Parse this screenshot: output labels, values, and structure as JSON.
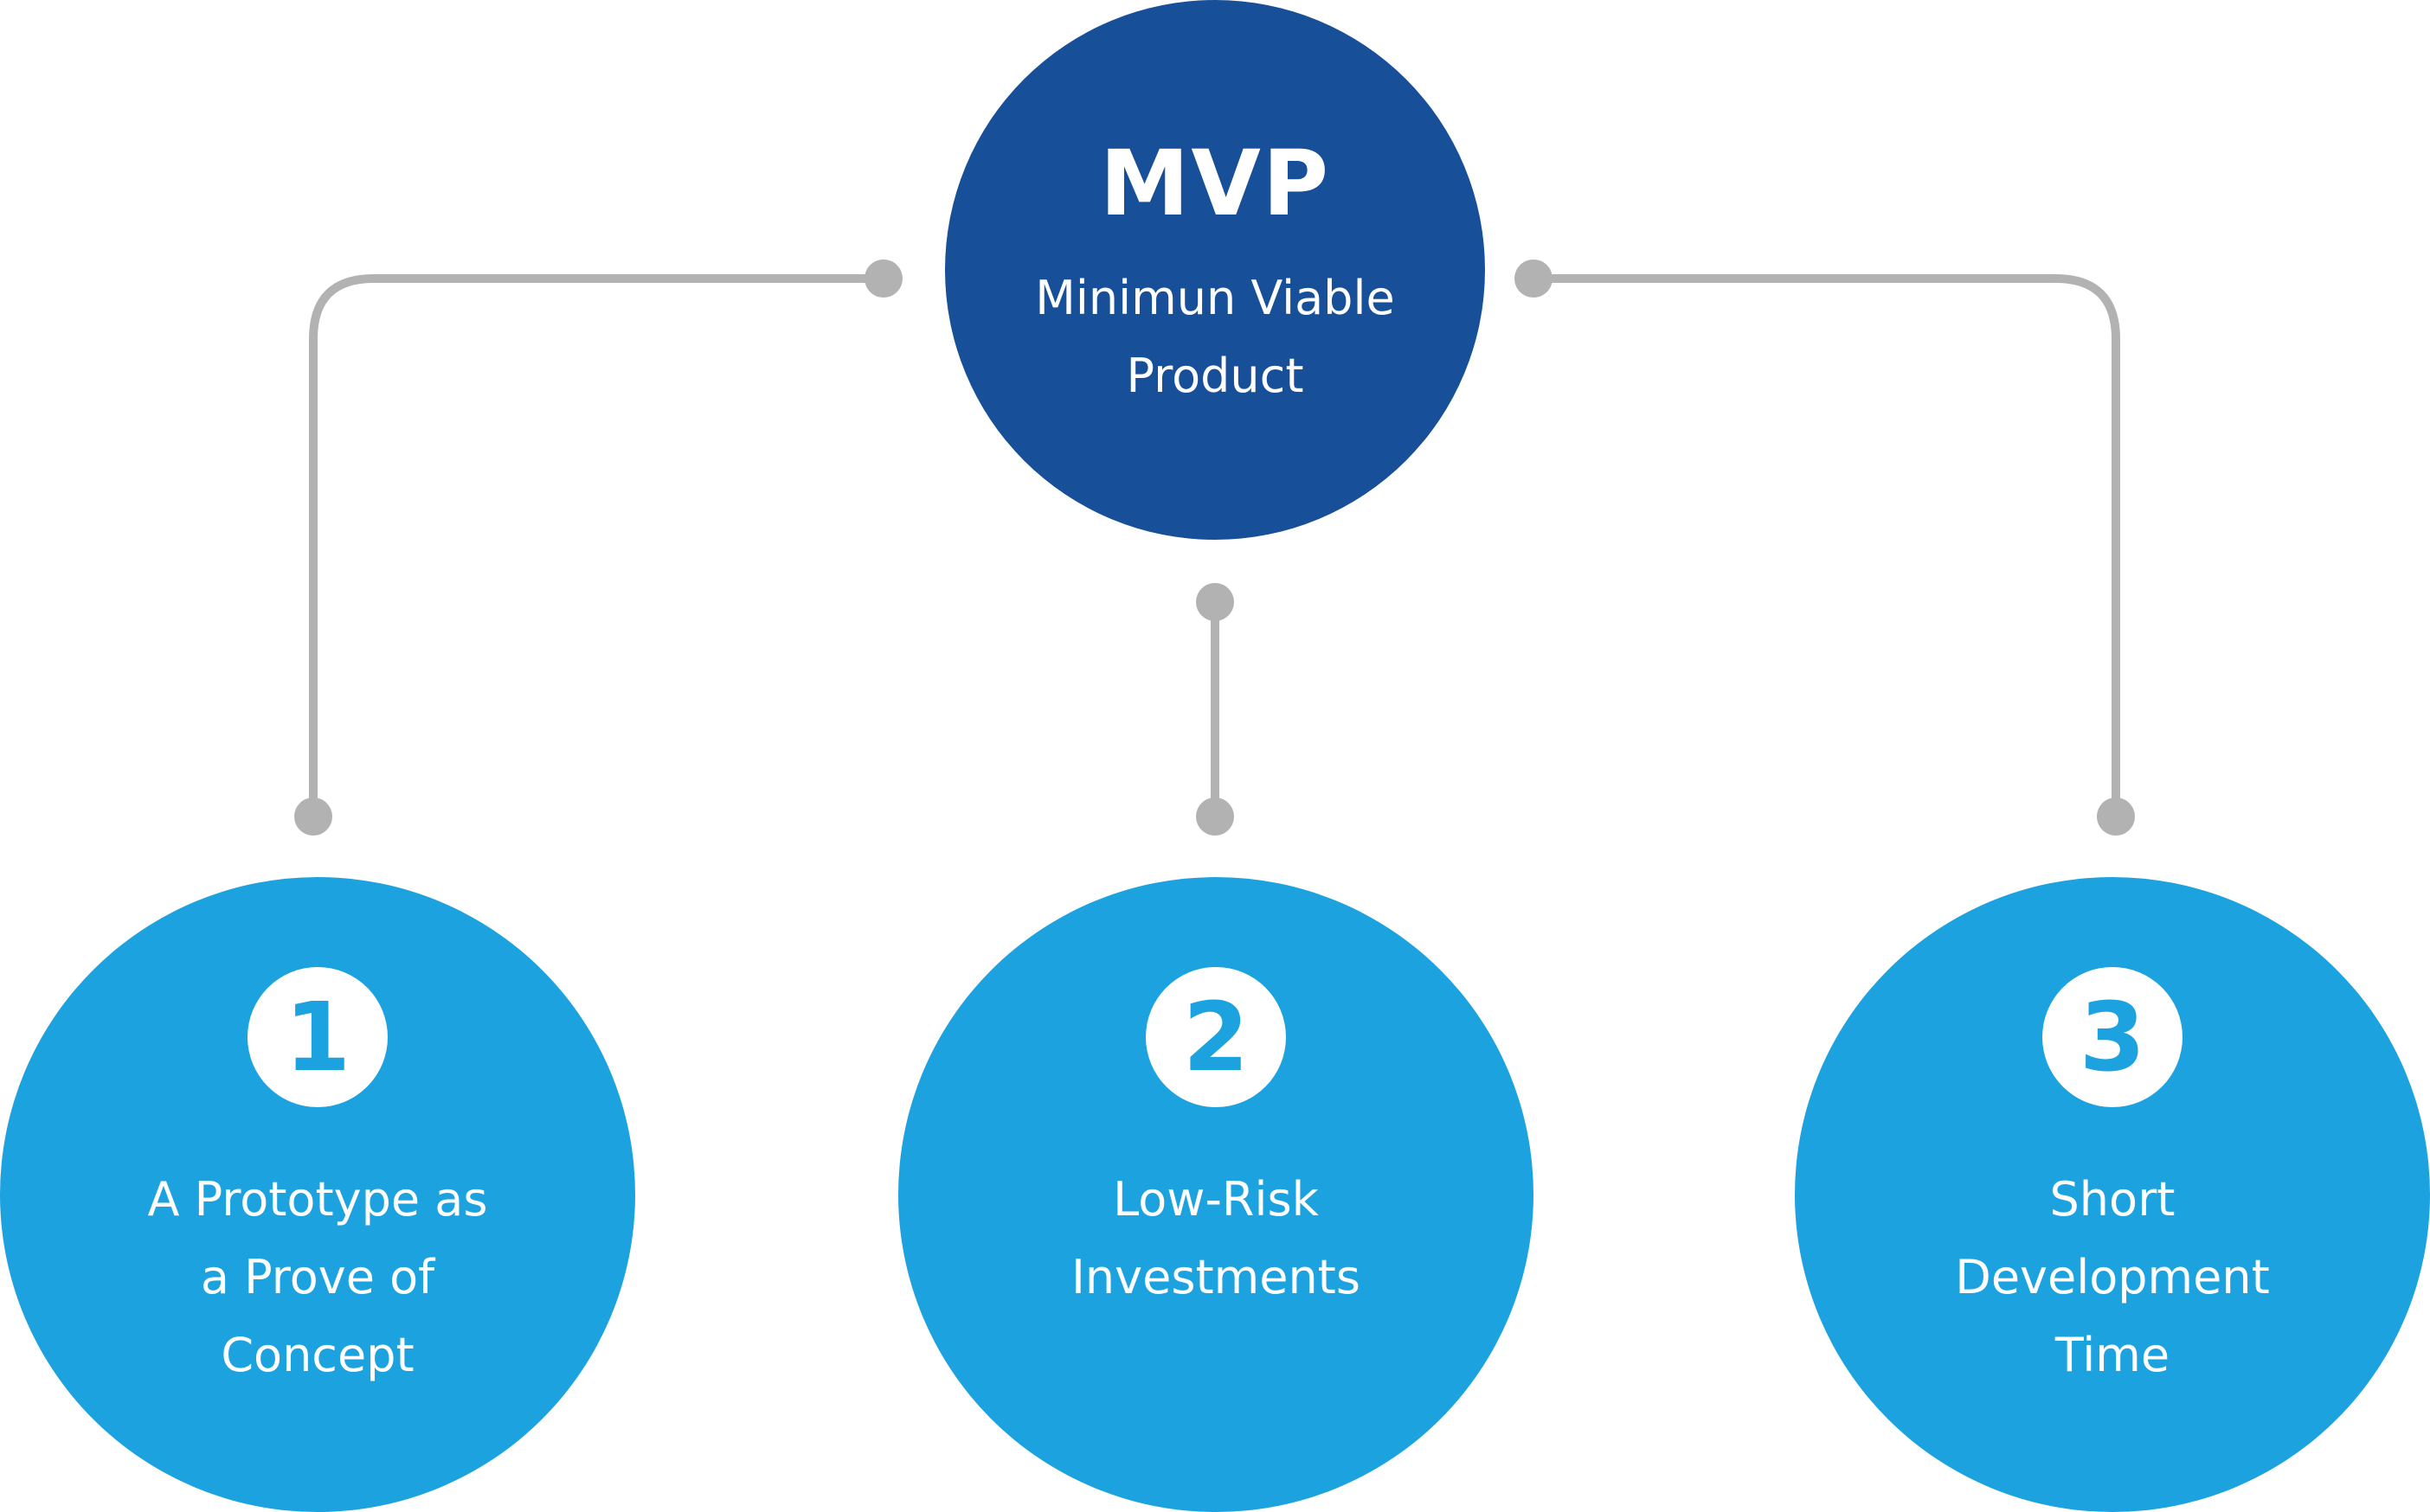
{
  "colors": {
    "main_circle": "#174f98",
    "item_circle": "#1ca2df",
    "connector": "#b2b2b2",
    "text": "#ffffff"
  },
  "main": {
    "title": "MVP",
    "subtitle": "Minimun Viable Product"
  },
  "items": [
    {
      "number": "1",
      "label": "A Prototype as a Prove of Concept"
    },
    {
      "number": "2",
      "label": "Low-Risk Investments"
    },
    {
      "number": "3",
      "label": "Short Development Time"
    }
  ]
}
